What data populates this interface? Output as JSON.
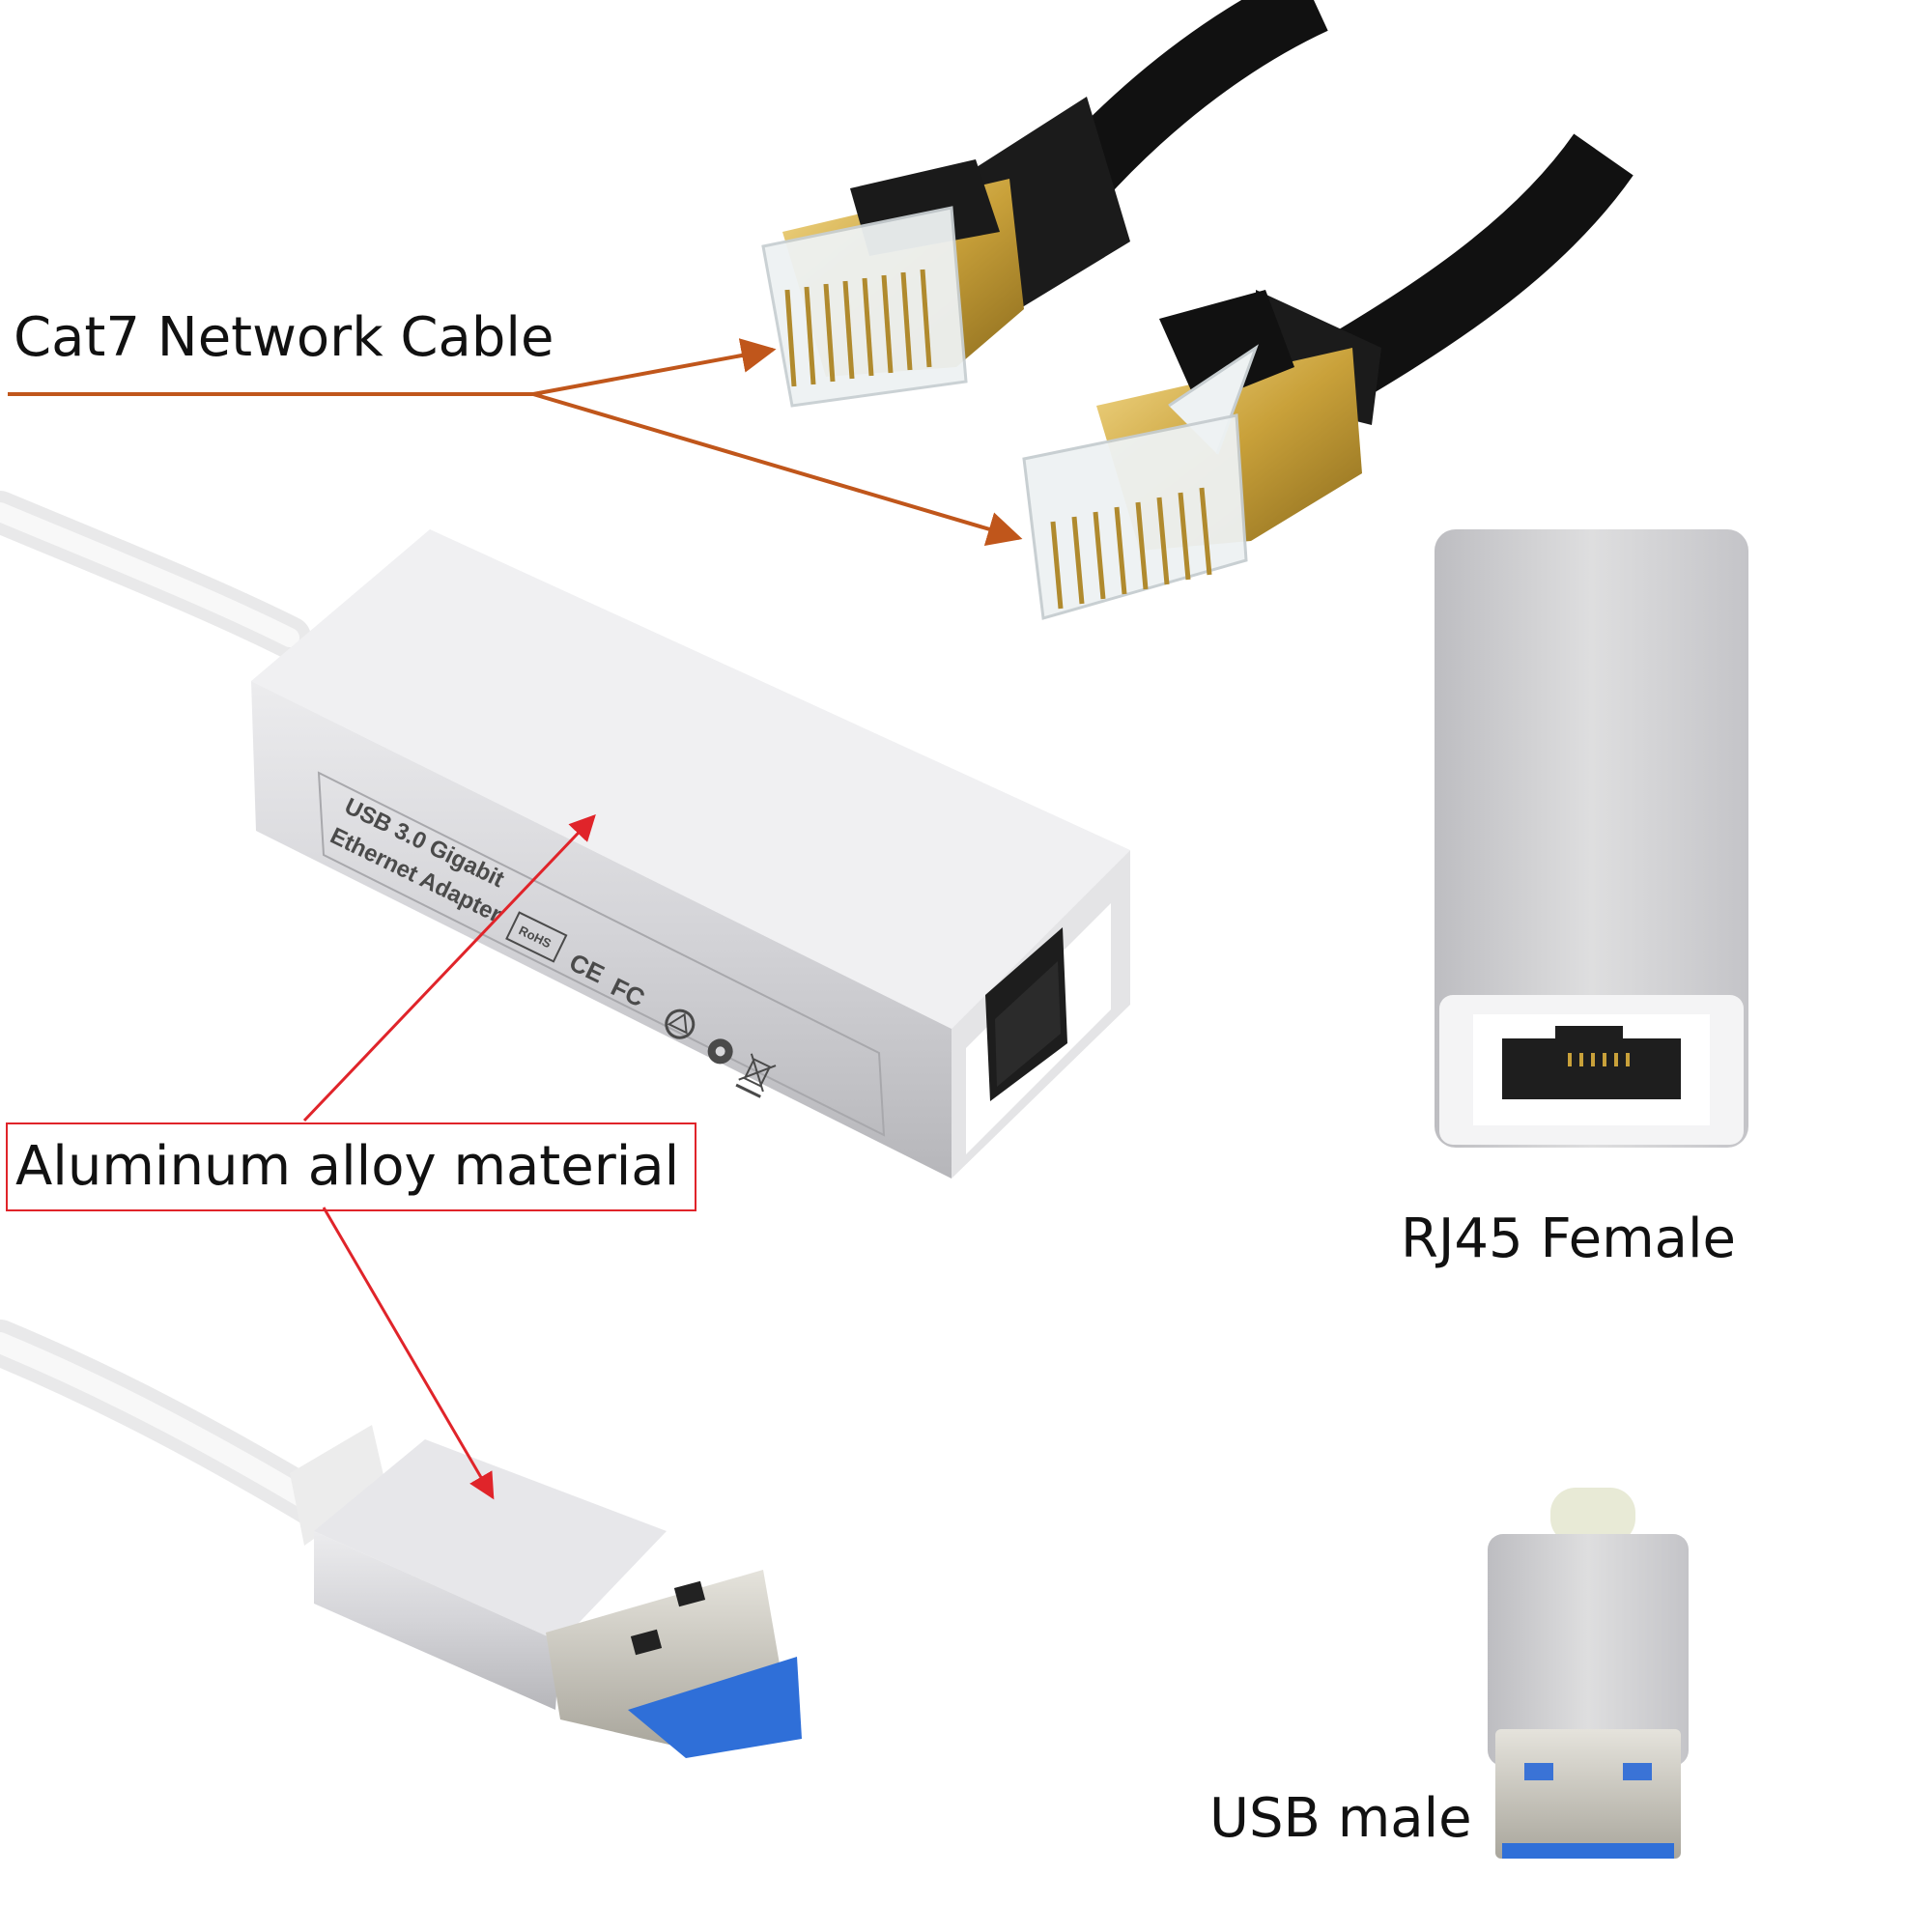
{
  "labels": {
    "cat7_network_cable": "Cat7 Network Cable",
    "aluminum_alloy_material": "Aluminum alloy material",
    "rj45_female": "RJ45 Female",
    "usb_male": "USB male"
  },
  "adapter_print": {
    "line1": "USB 3.0 Gigabit",
    "line2": "Ethernet  Adapter",
    "rohs": "RoHS",
    "ce": "CE",
    "fc": "FC"
  },
  "colors": {
    "cable_arrow": "#c0561b",
    "material_arrow": "#e0242a",
    "label_box_border": "#e0242a",
    "aluminum": "#c9c9cc",
    "usb_tongue": "#2f6fd8",
    "rj45_gold": "#c9a13a",
    "cable_black": "#111111"
  },
  "icons": [
    "recycle-icon",
    "weee-bin-icon",
    "china-rohs-icon"
  ]
}
